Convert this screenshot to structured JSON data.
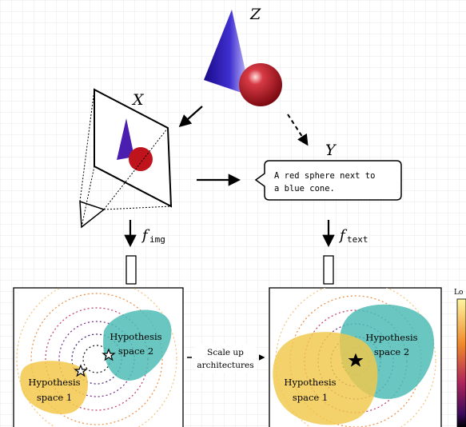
{
  "labels": {
    "z": "Z",
    "x": "X",
    "y": "Y",
    "f_img_base": "f",
    "f_img_sub": "img",
    "f_text_base": "f",
    "f_text_sub": "text"
  },
  "caption": {
    "line1": "A red sphere next to",
    "line2": "a blue cone."
  },
  "left_panel": {
    "space2_line1": "Hypothesis",
    "space2_line2": "space 2",
    "space1_line1": "Hypothesis",
    "space1_line2": "space 1"
  },
  "middle_arrow": {
    "line1": "Scale up",
    "line2": "architectures"
  },
  "right_panel": {
    "space2_line1": "Hypothesis",
    "space2_line2": "space 2",
    "space1_line1": "Hypothesis",
    "space1_line2": "space 1"
  },
  "colorbar": {
    "label": "Lo"
  },
  "colors": {
    "cone_blue": "#3a1fb0",
    "sphere_red": "#b3121e",
    "space1_yellow": "#f2c84b",
    "space2_teal": "#4fbcb6",
    "grid": "#e3e3e3"
  }
}
